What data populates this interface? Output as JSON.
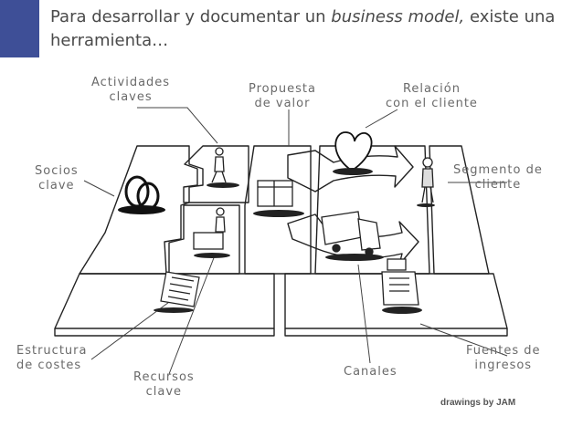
{
  "slide": {
    "title_before": "Para desarrollar y documentar un ",
    "title_emph": "business model,",
    "title_after": " existe una herramienta…"
  },
  "labels": {
    "actividades": [
      "Actividades",
      "claves"
    ],
    "propuesta": [
      "Propuesta",
      "de valor"
    ],
    "relacion": [
      "Relación",
      "con el cliente"
    ],
    "socios": [
      "Socios",
      "clave"
    ],
    "segmento": [
      "Segmento de",
      "cliente"
    ],
    "estructura": [
      "Estructura",
      "de costes"
    ],
    "recursos": [
      "Recursos",
      "clave"
    ],
    "canales": [
      "Canales"
    ],
    "fuentes": [
      "Fuentes de",
      "ingresos"
    ]
  },
  "credit": "drawings by JAM",
  "colors": {
    "accent": "#3e4f97",
    "label": "#6a6a6a",
    "title": "#4a4a4a"
  },
  "icons": [
    "rings-icon",
    "worker-icon",
    "person-icon",
    "gift-box-icon",
    "heart-icon",
    "truck-icon",
    "cash-register-icon",
    "documents-icon",
    "customer-icon"
  ]
}
